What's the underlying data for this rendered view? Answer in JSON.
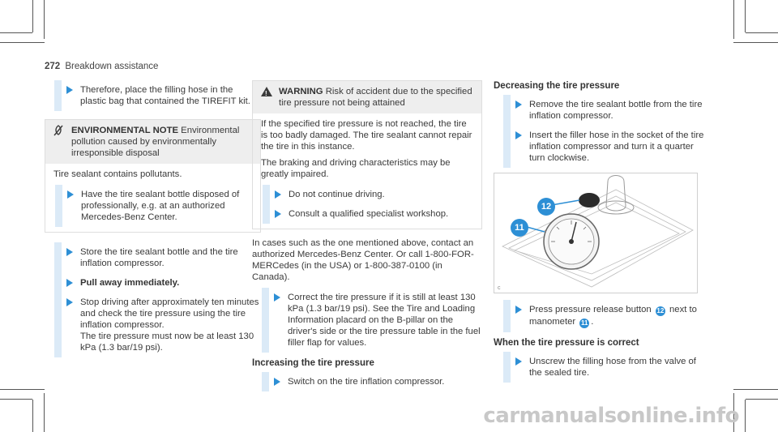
{
  "header": {
    "page_number": "272",
    "section": "Breakdown assistance"
  },
  "col1": {
    "step_place_bag": "Therefore, place the filling hose in the plastic bag that contained the TIREFIT kit.",
    "env_title": "ENVIRONMENTAL NOTE",
    "env_title_rest": "Environmental pollution caused by environmentally irresponsible disposal",
    "env_text": "Tire sealant contains pollutants.",
    "env_step": "Have the tire sealant bottle disposed of professionally, e.g. at an authorized Mercedes-Benz Center.",
    "step_store": "Store the tire sealant bottle and the tire inflation compressor.",
    "step_pull_away": "Pull away immediately.",
    "step_stop_1": "Stop driving after approximately ten minutes and check the tire pressure using the tire inflation compressor.",
    "step_stop_2": "The tire pressure must now be at least 130 kPa (1.3 bar/19 psi)."
  },
  "col2": {
    "warn_title": "WARNING",
    "warn_title_rest": "Risk of accident due to the specified tire pressure not being attained",
    "warn_p1": "If the specified tire pressure is not reached, the tire is too badly damaged. The tire sealant cannot repair the tire in this instance.",
    "warn_p2": "The braking and driving characteristics may be greatly impaired.",
    "warn_step1": "Do not continue driving.",
    "warn_step2": "Consult a qualified specialist workshop.",
    "para_cases": "In cases such as the one mentioned above, contact an authorized Mercedes-Benz Center. Or call 1-800-FOR-MERCedes (in the USA) or 1-800-387-0100 (in Canada).",
    "step_correct": "Correct the tire pressure if it is still at least 130 kPa (1.3 bar/19 psi). See the Tire and Loading Information placard on the B-pillar on the driver's side or the tire pressure table in the fuel filler flap for values.",
    "heading_increasing": "Increasing the tire pressure",
    "step_switch_on": "Switch on the tire inflation compressor."
  },
  "col3": {
    "heading_decreasing": "Decreasing the tire pressure",
    "step_remove": "Remove the tire sealant bottle from the tire inflation compressor.",
    "step_insert": "Insert the filler hose in the socket of the tire inflation compressor and turn it a quarter turn clockwise.",
    "fig_label_12": "12",
    "fig_label_11": "11",
    "step_press_a": "Press pressure release button",
    "step_press_b": "next to manometer",
    "badge_12": "12",
    "badge_11": "11",
    "heading_correct": "When the tire pressure is correct",
    "step_unscrew": "Unscrew the filling hose from the valve of the sealed tire."
  },
  "watermark": "carmanualsonline.info",
  "colors": {
    "accent": "#2d8fd5",
    "step_bar": "#dbeaf7",
    "box_head": "#eeeeee"
  }
}
